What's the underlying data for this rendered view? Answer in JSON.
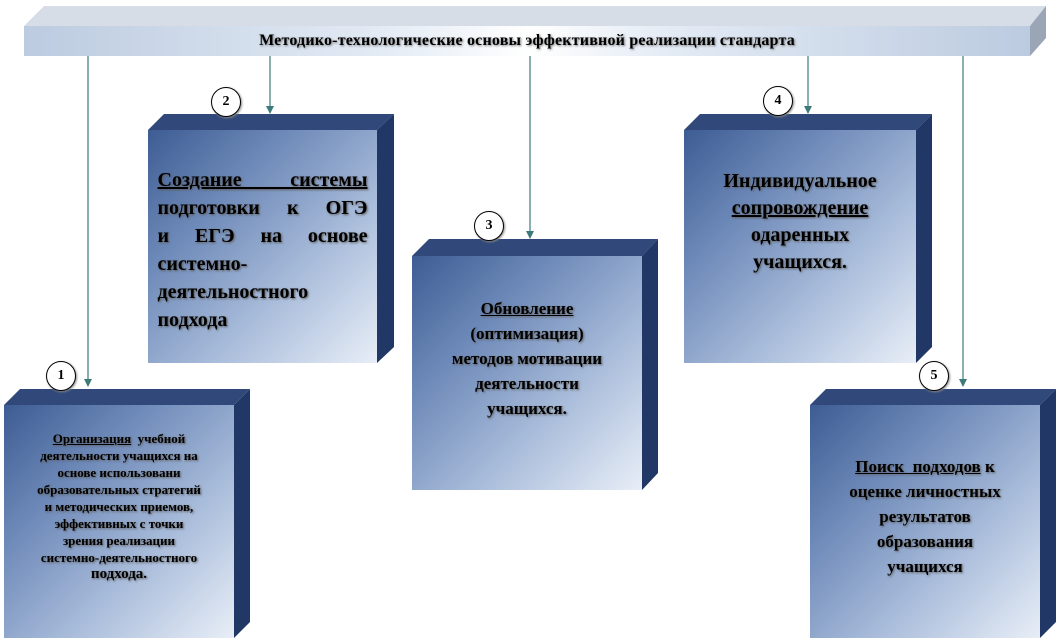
{
  "header": {
    "title": "Методико-технологические основы эффективной реализации стандарта"
  },
  "boxes": [
    {
      "number": "1",
      "lines": [
        "Организация учебной",
        "деятельности учащихся на",
        "основе использовани",
        "образовательных стратегий",
        "и методических приемов,",
        "эффективных с точки",
        "зрения реализации",
        "системно-деятельностного",
        "подхода."
      ]
    },
    {
      "number": "2",
      "lines": [
        "Создание системы",
        "подготовки к ОГЭ",
        "и ЕГЭ на основе",
        "системно-",
        "деятельностного",
        "подхода"
      ]
    },
    {
      "number": "3",
      "lines": [
        "Обновление",
        "(оптимизация)",
        "методов мотивации",
        "деятельности",
        "учащихся."
      ]
    },
    {
      "number": "4",
      "lines": [
        "Индивидуальное",
        "сопровождение",
        "одаренных",
        "учащихся."
      ]
    },
    {
      "number": "5",
      "lines": [
        "Поиск подходов к",
        "оценке личностных",
        "результатов",
        "образования",
        "учащихся"
      ]
    }
  ],
  "colors": {
    "connector": "#3d7a7a",
    "box_dark": "#3d5c93",
    "box_light": "#e8eef7",
    "header_side": "#aab5c3"
  }
}
